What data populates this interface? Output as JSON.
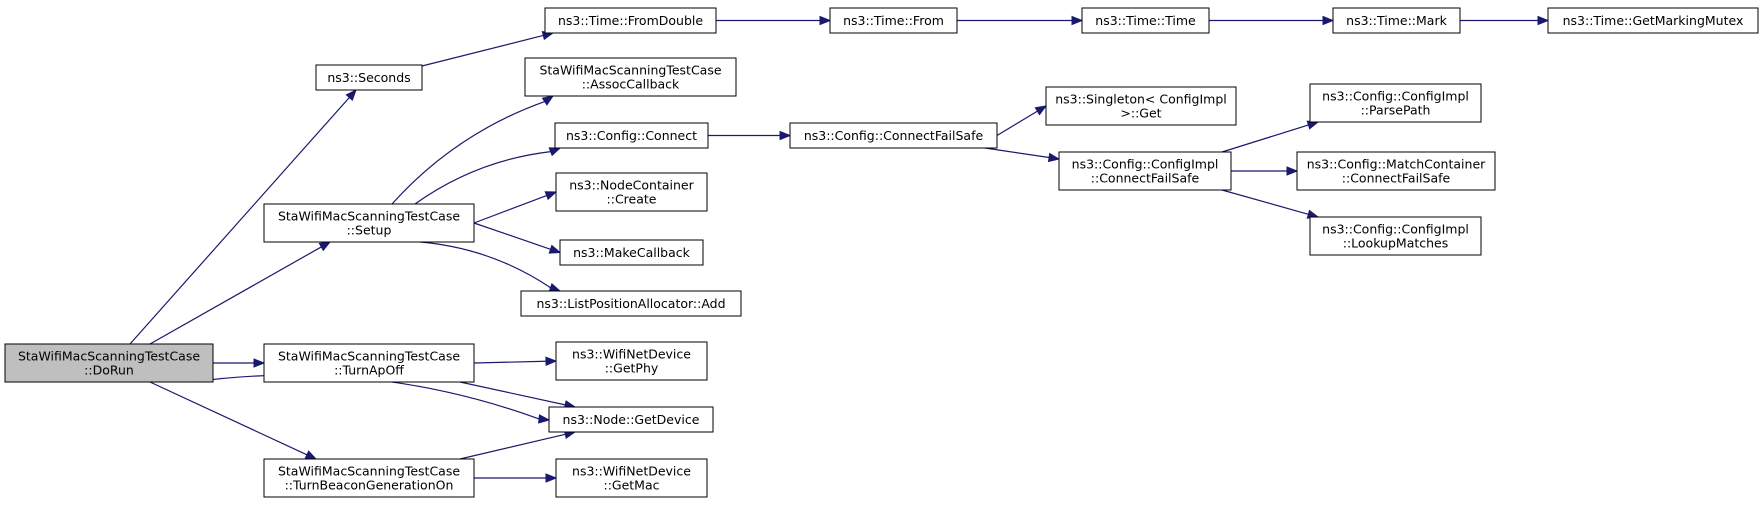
{
  "nodes": {
    "doRun": [
      "StaWifiMacScanningTestCase",
      "::DoRun"
    ],
    "seconds": [
      "ns3::Seconds"
    ],
    "setup": [
      "StaWifiMacScanningTestCase",
      "::Setup"
    ],
    "turnApOff": [
      "StaWifiMacScanningTestCase",
      "::TurnApOff"
    ],
    "getDevice": [
      "ns3::Node::GetDevice"
    ],
    "turnBeacon": [
      "StaWifiMacScanningTestCase",
      "::TurnBeaconGenerationOn"
    ],
    "fromDouble": [
      "ns3::Time::FromDouble"
    ],
    "assocCallback": [
      "StaWifiMacScanningTestCase",
      "::AssocCallback"
    ],
    "configConnect": [
      "ns3::Config::Connect"
    ],
    "nodeContainerCreate": [
      "ns3::NodeContainer",
      "::Create"
    ],
    "makeCallback": [
      "ns3::MakeCallback"
    ],
    "listPosAdd": [
      "ns3::ListPositionAllocator::Add"
    ],
    "getPhy": [
      "ns3::WifiNetDevice",
      "::GetPhy"
    ],
    "getMac": [
      "ns3::WifiNetDevice",
      "::GetMac"
    ],
    "timeFrom": [
      "ns3::Time::From"
    ],
    "connectFailSafe": [
      "ns3::Config::ConnectFailSafe"
    ],
    "timeTime": [
      "ns3::Time::Time"
    ],
    "singletonGet": [
      "ns3::Singleton< ConfigImpl",
      ">::Get"
    ],
    "configImplConnectFailSafe": [
      "ns3::Config::ConfigImpl",
      "::ConnectFailSafe"
    ],
    "timeMark": [
      "ns3::Time::Mark"
    ],
    "parsePath": [
      "ns3::Config::ConfigImpl",
      "::ParsePath"
    ],
    "matchContainerConnectFailSafe": [
      "ns3::Config::MatchContainer",
      "::ConnectFailSafe"
    ],
    "lookupMatches": [
      "ns3::Config::ConfigImpl",
      "::LookupMatches"
    ],
    "getMarkingMutex": [
      "ns3::Time::GetMarkingMutex"
    ]
  },
  "edges": [
    [
      "doRun",
      "seconds"
    ],
    [
      "doRun",
      "setup"
    ],
    [
      "doRun",
      "turnApOff"
    ],
    [
      "doRun",
      "getDevice"
    ],
    [
      "doRun",
      "turnBeacon"
    ],
    [
      "seconds",
      "fromDouble"
    ],
    [
      "setup",
      "assocCallback"
    ],
    [
      "setup",
      "configConnect"
    ],
    [
      "setup",
      "nodeContainerCreate"
    ],
    [
      "setup",
      "makeCallback"
    ],
    [
      "setup",
      "listPosAdd"
    ],
    [
      "turnApOff",
      "getPhy"
    ],
    [
      "turnApOff",
      "getDevice"
    ],
    [
      "turnBeacon",
      "getDevice"
    ],
    [
      "turnBeacon",
      "getMac"
    ],
    [
      "fromDouble",
      "timeFrom"
    ],
    [
      "configConnect",
      "connectFailSafe"
    ],
    [
      "timeFrom",
      "timeTime"
    ],
    [
      "connectFailSafe",
      "singletonGet"
    ],
    [
      "connectFailSafe",
      "configImplConnectFailSafe"
    ],
    [
      "timeTime",
      "timeMark"
    ],
    [
      "configImplConnectFailSafe",
      "parsePath"
    ],
    [
      "configImplConnectFailSafe",
      "matchContainerConnectFailSafe"
    ],
    [
      "configImplConnectFailSafe",
      "lookupMatches"
    ],
    [
      "timeMark",
      "getMarkingMutex"
    ]
  ],
  "colors": {
    "edge": "#191970",
    "root_fill": "#bfbfbf",
    "node_fill": "#ffffff",
    "border": "#000000"
  }
}
